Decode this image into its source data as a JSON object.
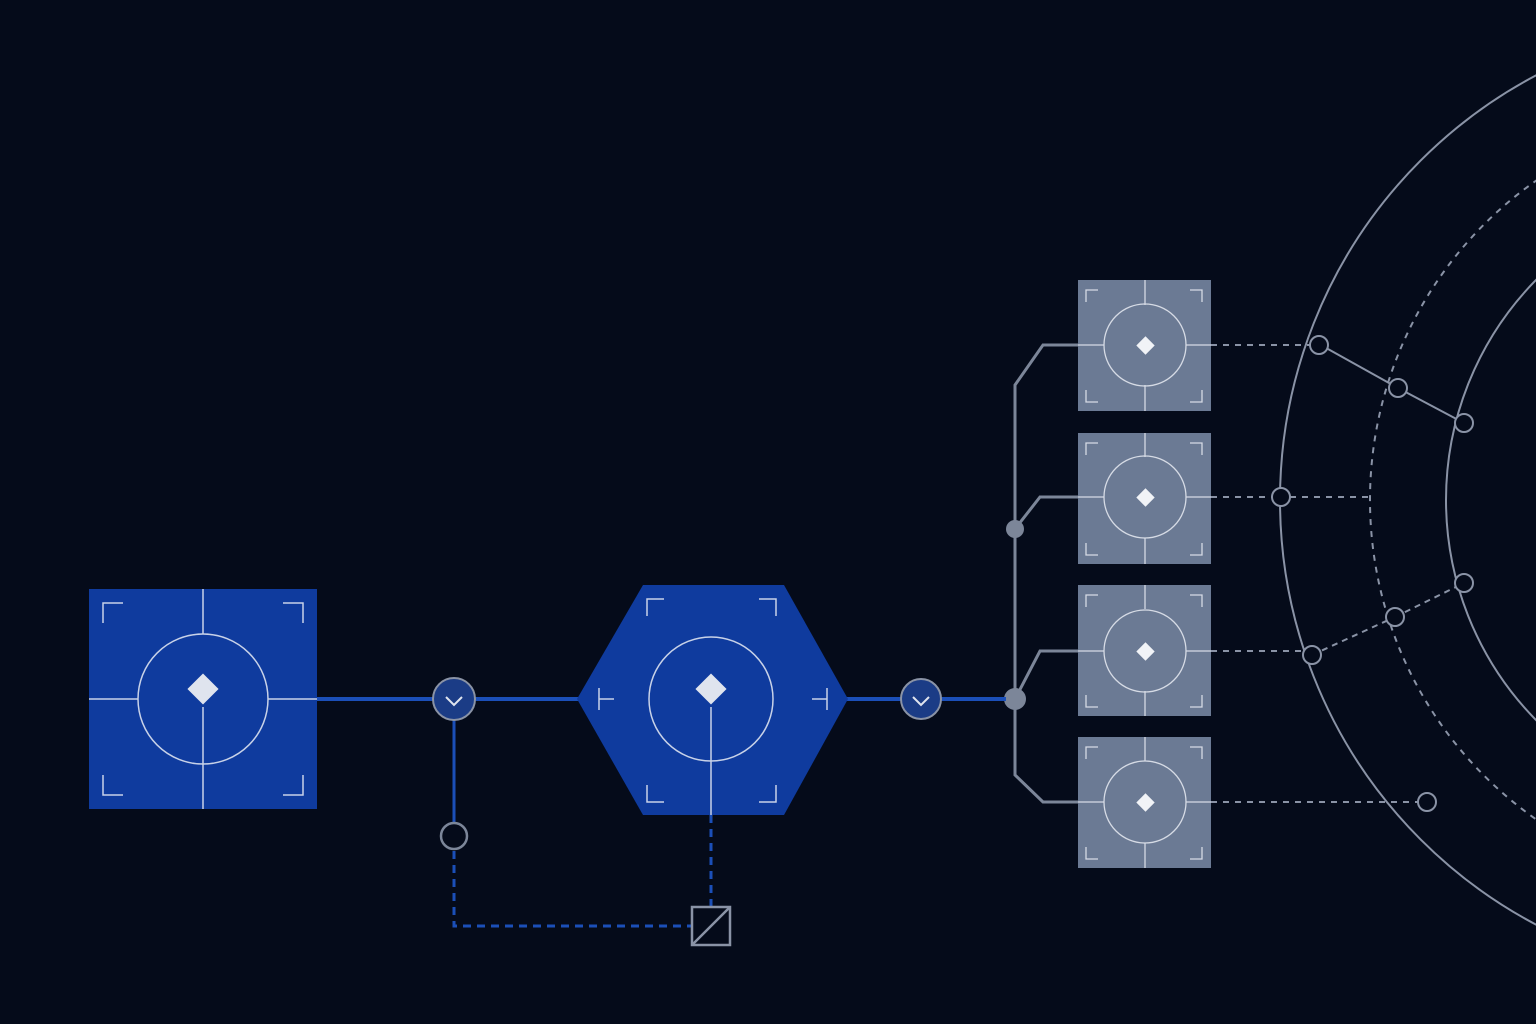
{
  "colors": {
    "background": "#050b1a",
    "primary_block": "#0f3b9e",
    "primary_line": "#1b4fb8",
    "secondary_block": "#6b7a94",
    "secondary_line": "#7c8699",
    "symbol_white": "#dfe4ee",
    "ring_line": "#8a93a6"
  },
  "diagram": {
    "nodes": [
      {
        "id": "source-block",
        "shape": "square",
        "style": "primary"
      },
      {
        "id": "junction-valve-1",
        "shape": "circle-chevron",
        "style": "primary"
      },
      {
        "id": "process-block",
        "shape": "hexagon",
        "style": "primary"
      },
      {
        "id": "junction-valve-2",
        "shape": "circle-chevron",
        "style": "primary"
      },
      {
        "id": "bypass-node",
        "shape": "circle",
        "style": "secondary"
      },
      {
        "id": "bypass-terminal",
        "shape": "slashed-square",
        "style": "secondary"
      },
      {
        "id": "split-node",
        "shape": "dot",
        "style": "secondary"
      },
      {
        "id": "output-block-1",
        "shape": "square",
        "style": "secondary"
      },
      {
        "id": "output-block-2",
        "shape": "square",
        "style": "secondary"
      },
      {
        "id": "output-block-3",
        "shape": "square",
        "style": "secondary"
      },
      {
        "id": "output-block-4",
        "shape": "square",
        "style": "secondary"
      }
    ],
    "edges": [
      {
        "from": "source-block",
        "to": "junction-valve-1",
        "style": "solid"
      },
      {
        "from": "junction-valve-1",
        "to": "process-block",
        "style": "solid"
      },
      {
        "from": "process-block",
        "to": "junction-valve-2",
        "style": "solid"
      },
      {
        "from": "junction-valve-2",
        "to": "split-node",
        "style": "solid"
      },
      {
        "from": "junction-valve-1",
        "to": "bypass-node",
        "style": "solid"
      },
      {
        "from": "bypass-node",
        "to": "bypass-terminal",
        "style": "dashed"
      },
      {
        "from": "process-block",
        "to": "bypass-terminal",
        "style": "dashed"
      },
      {
        "from": "split-node",
        "to": "output-block-1",
        "style": "solid"
      },
      {
        "from": "split-node",
        "to": "output-block-2",
        "style": "solid"
      },
      {
        "from": "split-node",
        "to": "output-block-3",
        "style": "solid"
      },
      {
        "from": "split-node",
        "to": "output-block-4",
        "style": "solid"
      },
      {
        "from": "output-block-1",
        "to": "ring-node-1",
        "style": "dashed"
      },
      {
        "from": "output-block-2",
        "to": "ring-node-2",
        "style": "dashed"
      },
      {
        "from": "output-block-3",
        "to": "ring-node-3",
        "style": "dashed"
      },
      {
        "from": "output-block-4",
        "to": "ring-node-4",
        "style": "dashed"
      }
    ],
    "rings": [
      {
        "id": "outer-ring",
        "style": "solid"
      },
      {
        "id": "middle-ring",
        "style": "dashed"
      },
      {
        "id": "inner-ring",
        "style": "solid"
      }
    ]
  }
}
